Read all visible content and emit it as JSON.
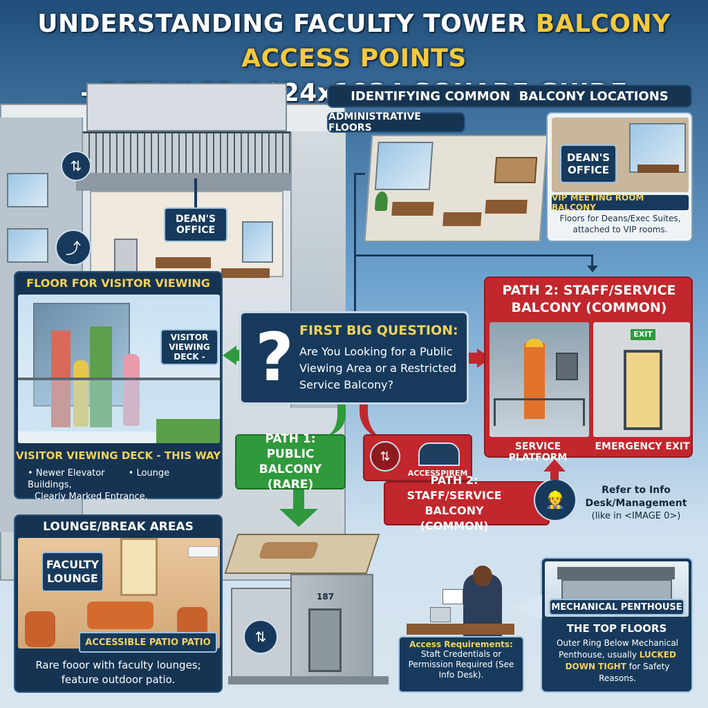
{
  "title": {
    "part1": "UNDERSTANDING FACULTY TOWER ",
    "highlight": "BALCONY ACCESS POINTS",
    "line2": "- DETAILED 1024x1024 SQUARE GUIDE"
  },
  "locations": {
    "header": "IDENTIFYING COMMON  BALCONY LOCATIONS",
    "admin_floors": "ADMINISTRATIVE FLOORS"
  },
  "vip": {
    "sign": "DEAN'S OFFICE",
    "title": "VIP MEETING ROOM BALCONY",
    "desc": "Floors for Deans/Exec Suites, attached to VIP rooms."
  },
  "building": {
    "dean_sign": "DEAN'S OFFICE",
    "room_number": "187"
  },
  "visitor": {
    "header": "FLOOR FOR VISITOR VIEWING",
    "sign": "VISITOR VIEWING DECK -",
    "title": "VISITOR VIEWING DECK - THIS WAY",
    "bullet1": "• Newer Elevator",
    "bullet2": "• Lounge Buildings,",
    "bullet3": "Clearly Marked Entrance."
  },
  "question": {
    "mark": "?",
    "title": "FIRST BIG QUESTION:",
    "body": "Are You Looking for a Public Viewing Area or a Restricted Service Balcony?"
  },
  "path1": {
    "label": "PATH 1: PUBLIC BALCONY (RARE)"
  },
  "path2": {
    "header": "PATH 2: STAFF/SERVICE BALCONY (COMMON)",
    "service_platform": "SERVICE PLATFORM",
    "emergency_exit": "EMERGENCY EXIT",
    "exit_sign": "EXIT",
    "access_badge": "ACCESSPIREM",
    "label": "PATH 2: STAFF/SERVICE BALCONY (COMMON)"
  },
  "info_desk": {
    "line1": "Refer to Info Desk/Management",
    "line2": "(like in <IMAGE 0>)"
  },
  "lounge": {
    "header": "LOUNGE/BREAK AREAS",
    "sign": "FACULTY LOUNGE",
    "patio": "ACCESSIBLE PATIO PATIO",
    "desc": "Rare fooor with faculty lounges; feature outdoor patio."
  },
  "access": {
    "title": "Access Requirements:",
    "body": "Staft Credentials or Permission Required (See Info Desk)."
  },
  "top": {
    "sign": "MECHANICAL PENTHOUSE",
    "title": "THE TOP FLOORS",
    "desc_a": "Outer Ring Below Mechanical Penthouse, usually ",
    "locked": "LUCKED DOWN TIGHT",
    "desc_b": " for Safety Reasons."
  },
  "colors": {
    "accent_yellow": "#f4c93c",
    "red": "#c1272d",
    "green": "#2f9a3b",
    "navy": "#163452"
  }
}
